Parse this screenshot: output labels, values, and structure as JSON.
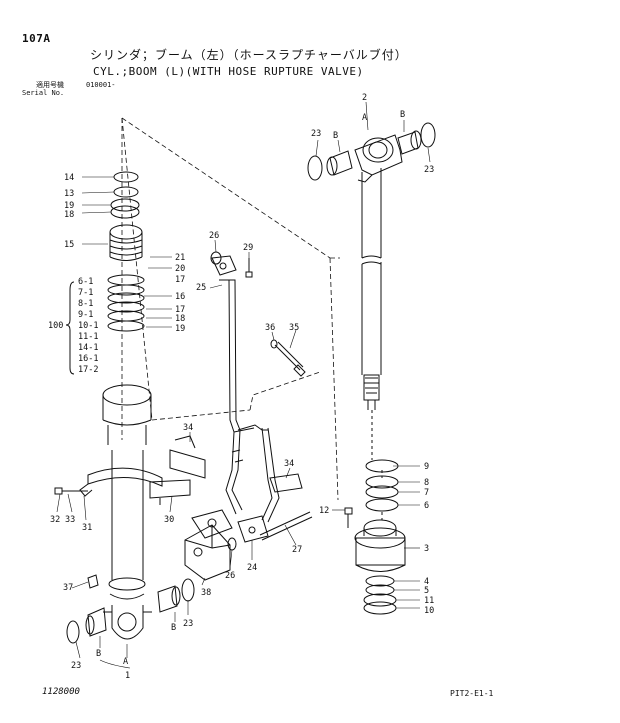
{
  "header": {
    "page_id": "107A",
    "title_ja": "シリンダ；ブーム（左）（ホースラプチャーバルブ付）",
    "title_en": "CYL.;BOOM (L)(WITH HOSE RUPTURE VALVE)",
    "serial_label_ja": "適用号機",
    "serial_label_en": "Serial No.",
    "serial_value": "010001-"
  },
  "footer": {
    "left_code": "1128000",
    "right_code": "PIT2-E1-1"
  },
  "callouts": {
    "c2": "2",
    "cA_top": "A",
    "cB_tl": "B",
    "cB_tr": "B",
    "c23_tl": "23",
    "c23_tr": "23",
    "c14": "14",
    "c13": "13",
    "c19a": "19",
    "c18a": "18",
    "c15": "15",
    "c21": "21",
    "c20": "20",
    "c61": "6-1",
    "c71": "7-1",
    "c81": "8-1",
    "c91": "9-1",
    "c101": "10-1",
    "c111": "11-1",
    "c141": "14-1",
    "c161": "16-1",
    "c172": "17-2",
    "c100": "100",
    "c17a": "17",
    "c16": "16",
    "c17b": "17",
    "c18b": "18",
    "c19b": "19",
    "c26a": "26",
    "c29": "29",
    "c25": "25",
    "c36": "36",
    "c35": "35",
    "c34a": "34",
    "c34b": "34",
    "c32": "32",
    "c33": "33",
    "c31": "31",
    "c30": "30",
    "c27": "27",
    "c24": "24",
    "c26b": "26",
    "c38": "38",
    "c37": "37",
    "c9": "9",
    "c8": "8",
    "c7": "7",
    "c6": "6",
    "c12": "12",
    "c3": "3",
    "c4": "4",
    "c5": "5",
    "c11": "11",
    "c10": "10",
    "cB_bl": "B",
    "cB_br": "B",
    "cA_bot": "A",
    "c1": "1",
    "c23_bl": "23",
    "c23_br": "23"
  }
}
